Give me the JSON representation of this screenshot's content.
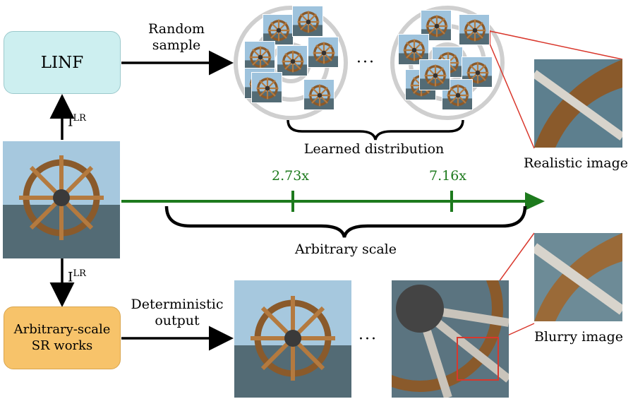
{
  "linf_box": {
    "label": "LINF",
    "fill": "#cdeff0",
    "border": "#9cc9cc"
  },
  "sr_box": {
    "line1": "Arbitrary-scale",
    "line2": "SR works",
    "fill": "#f7c36a",
    "border": "#d9a54e"
  },
  "top_arrow_label": {
    "line1": "Random",
    "line2": "sample"
  },
  "bottom_arrow_label": {
    "line1": "Deterministic",
    "line2": "output"
  },
  "input_label_up": {
    "base": "I",
    "sup": "LR"
  },
  "input_label_down": {
    "base": "I",
    "sup": "LR"
  },
  "learned_distribution": "Learned distribution",
  "realistic_image": "Realistic image",
  "arbitrary_scale": "Arbitrary scale",
  "blurry_image": "Blurry image",
  "ellipsis_top": "···",
  "ellipsis_bottom": "···",
  "scale_ticks": [
    "2.73x",
    "7.16x"
  ],
  "colors": {
    "scale_green": "#1d7a1d",
    "zoom_red": "#d9372c",
    "ring_gray": "#cfcfcf",
    "sky": "#9ec3dd",
    "wood": "#8a5a2b",
    "metal": "#bfc6cc"
  },
  "icons": {
    "arrow": "arrow-right",
    "brace": "curly-brace"
  }
}
